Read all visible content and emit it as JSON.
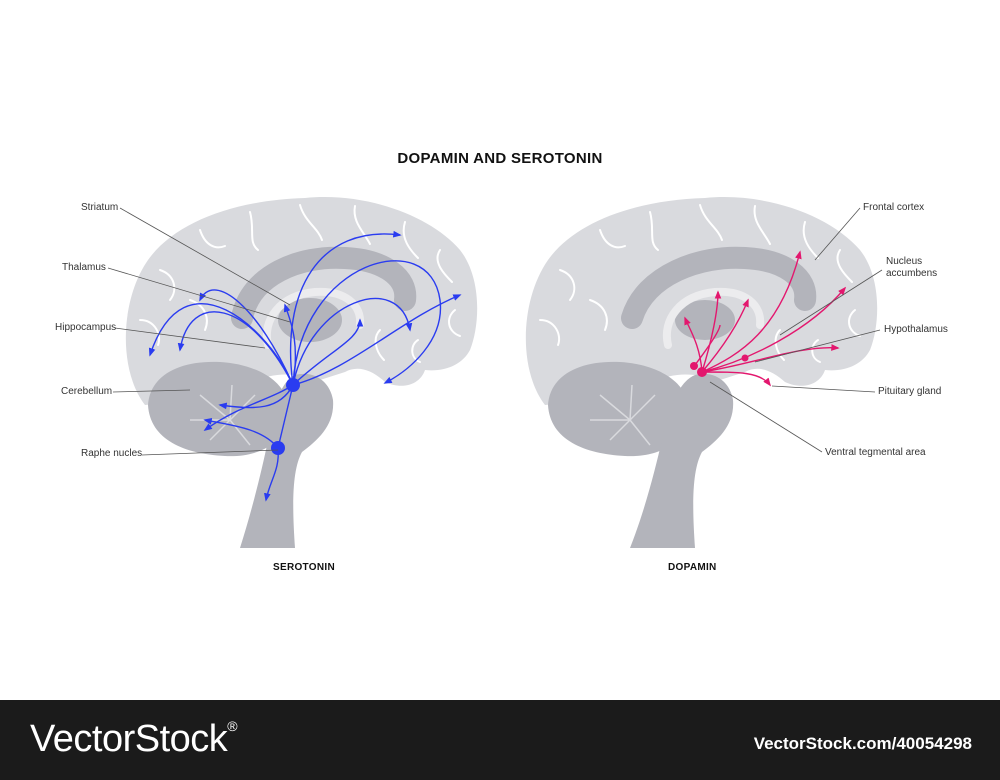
{
  "title": "DOPAMIN AND SEROTONIN",
  "colors": {
    "brain_outer": "#d9dade",
    "brain_inner": "#b3b4bb",
    "brain_dark": "#9d9ea6",
    "sulci": "#ffffff",
    "serotonin": "#2a3cf0",
    "dopamine": "#e3176e",
    "footer_bg": "#1b1b1b"
  },
  "serotonin": {
    "caption": "SEROTONIN",
    "labels": {
      "striatum": "Striatum",
      "thalamus": "Thalamus",
      "hippocampus": "Hippocampus",
      "cerebellum": "Cerebellum",
      "raphe": "Raphe nucles"
    }
  },
  "dopamine": {
    "caption": "DOPAMIN",
    "labels": {
      "frontal_cortex": "Frontal cortex",
      "nucleus_accumbens_1": "Nucleus",
      "nucleus_accumbens_2": "accumbens",
      "hypothalamus": "Hypothalamus",
      "pituitary": "Pituitary gland",
      "vta": "Ventral tegmental area"
    }
  },
  "footer": {
    "brand": "VectorStock",
    "registered": "®",
    "image_id": "VectorStock.com/40054298"
  }
}
